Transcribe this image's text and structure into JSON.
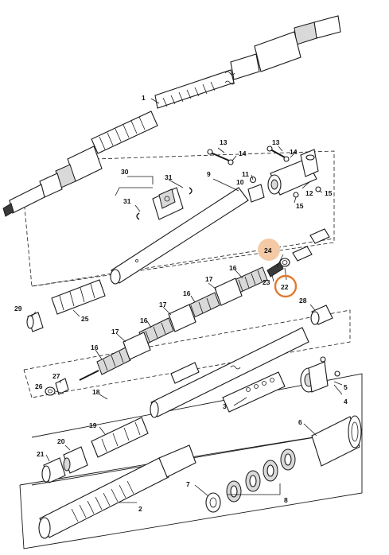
{
  "colors": {
    "highlight_fill": "#f3c9a6",
    "highlight_ring": "#e07a2e",
    "line": "#1a1a1a"
  },
  "callouts": [
    {
      "id": "c1",
      "label": "1"
    },
    {
      "id": "c2",
      "label": "2"
    },
    {
      "id": "c3",
      "label": "3"
    },
    {
      "id": "c4",
      "label": "4"
    },
    {
      "id": "c5",
      "label": "5"
    },
    {
      "id": "c6",
      "label": "6"
    },
    {
      "id": "c7",
      "label": "7"
    },
    {
      "id": "c8",
      "label": "8"
    },
    {
      "id": "c9",
      "label": "9"
    },
    {
      "id": "c10",
      "label": "10"
    },
    {
      "id": "c11",
      "label": "11"
    },
    {
      "id": "c12",
      "label": "12"
    },
    {
      "id": "c13a",
      "label": "13"
    },
    {
      "id": "c13b",
      "label": "13"
    },
    {
      "id": "c14a",
      "label": "14"
    },
    {
      "id": "c14b",
      "label": "14"
    },
    {
      "id": "c15a",
      "label": "15"
    },
    {
      "id": "c15b",
      "label": "15"
    },
    {
      "id": "c16a",
      "label": "16"
    },
    {
      "id": "c16b",
      "label": "16"
    },
    {
      "id": "c16c",
      "label": "16"
    },
    {
      "id": "c16d",
      "label": "16"
    },
    {
      "id": "c17a",
      "label": "17"
    },
    {
      "id": "c17b",
      "label": "17"
    },
    {
      "id": "c17c",
      "label": "17"
    },
    {
      "id": "c18",
      "label": "18"
    },
    {
      "id": "c19",
      "label": "19"
    },
    {
      "id": "c20",
      "label": "20"
    },
    {
      "id": "c21",
      "label": "21"
    },
    {
      "id": "c22",
      "label": "22",
      "highlighted": true
    },
    {
      "id": "c23",
      "label": "23"
    },
    {
      "id": "c24",
      "label": "24",
      "highlighted": true
    },
    {
      "id": "c25",
      "label": "25"
    },
    {
      "id": "c26",
      "label": "26"
    },
    {
      "id": "c27",
      "label": "27"
    },
    {
      "id": "c28",
      "label": "28"
    },
    {
      "id": "c29",
      "label": "29"
    },
    {
      "id": "c30",
      "label": "30"
    },
    {
      "id": "c31a",
      "label": "31"
    },
    {
      "id": "c31b",
      "label": "31"
    }
  ]
}
